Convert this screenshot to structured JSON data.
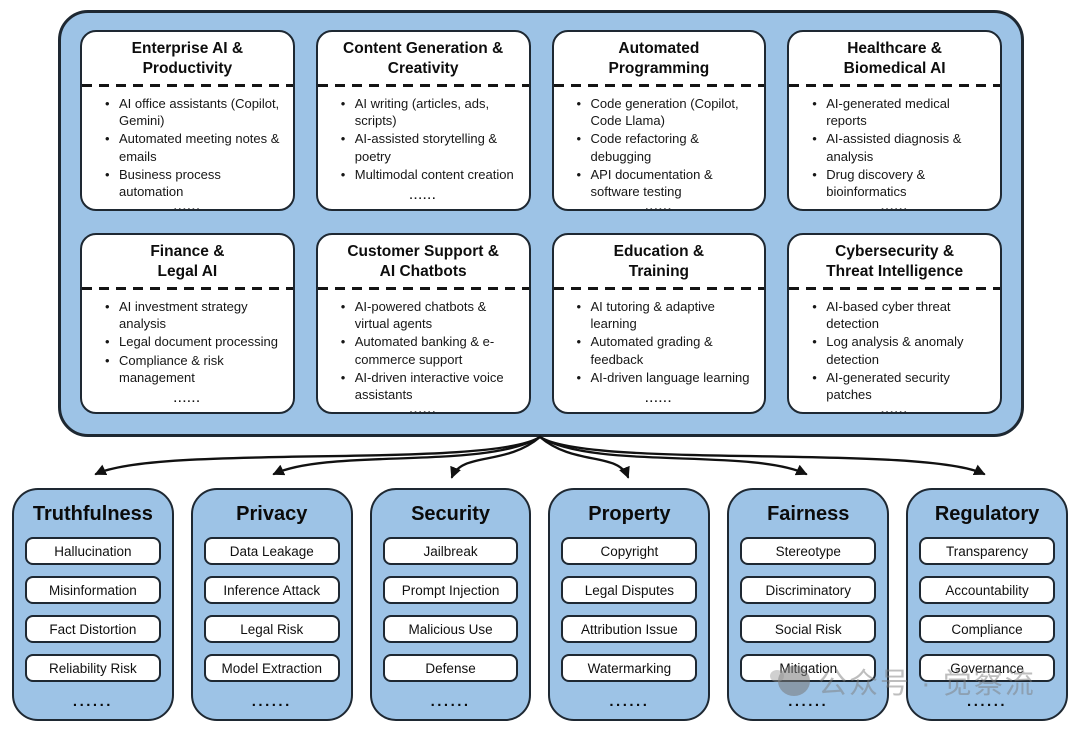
{
  "applications": {
    "cards": [
      {
        "title": "Enterprise AI &\nProductivity",
        "bullets": [
          "AI office assistants (Copilot, Gemini)",
          "Automated meeting notes & emails",
          "Business process automation"
        ],
        "dots": "......"
      },
      {
        "title": "Content Generation &\nCreativity",
        "bullets": [
          "AI writing (articles, ads, scripts)",
          "AI-assisted storytelling & poetry",
          "Multimodal content creation"
        ],
        "dots": "......"
      },
      {
        "title": "Automated\nProgramming",
        "bullets": [
          "Code generation (Copilot, Code Llama)",
          "Code refactoring & debugging",
          "API documentation & software testing"
        ],
        "dots": "......"
      },
      {
        "title": "Healthcare &\nBiomedical AI",
        "bullets": [
          "AI-generated medical reports",
          "AI-assisted diagnosis & analysis",
          "Drug discovery & bioinformatics"
        ],
        "dots": "......"
      },
      {
        "title": "Finance &\nLegal AI",
        "bullets": [
          "AI investment strategy analysis",
          "Legal document processing",
          "Compliance & risk management"
        ],
        "dots": "......"
      },
      {
        "title": "Customer Support &\nAI Chatbots",
        "bullets": [
          "AI-powered chatbots & virtual agents",
          "Automated banking & e-commerce support",
          "AI-driven interactive voice assistants"
        ],
        "dots": "......"
      },
      {
        "title": "Education &\nTraining",
        "bullets": [
          "AI tutoring & adaptive learning",
          "Automated grading & feedback",
          "AI-driven language learning"
        ],
        "dots": "......"
      },
      {
        "title": "Cybersecurity &\nThreat Intelligence",
        "bullets": [
          "AI-based cyber threat detection",
          "Log analysis & anomaly detection",
          "AI-generated security patches"
        ],
        "dots": "......"
      }
    ]
  },
  "risks": {
    "columns": [
      {
        "title": "Truthfulness",
        "items": [
          "Hallucination",
          "Misinformation",
          "Fact Distortion",
          "Reliability Risk"
        ],
        "dots": "......"
      },
      {
        "title": "Privacy",
        "items": [
          "Data Leakage",
          "Inference Attack",
          "Legal Risk",
          "Model Extraction"
        ],
        "dots": "......"
      },
      {
        "title": "Security",
        "items": [
          "Jailbreak",
          "Prompt Injection",
          "Malicious Use",
          "Defense"
        ],
        "dots": "......"
      },
      {
        "title": "Property",
        "items": [
          "Copyright",
          "Legal Disputes",
          "Attribution Issue",
          "Watermarking"
        ],
        "dots": "......"
      },
      {
        "title": "Fairness",
        "items": [
          "Stereotype",
          "Discriminatory",
          "Social Risk",
          "Mitigation"
        ],
        "dots": "......"
      },
      {
        "title": "Regulatory",
        "items": [
          "Transparency",
          "Accountability",
          "Compliance",
          "Governance"
        ],
        "dots": "......"
      }
    ]
  },
  "watermark": {
    "text": "公众号 · 觉察流"
  },
  "colors": {
    "panel_blue": "#9DC3E6",
    "outline_dark": "#1E2832",
    "card_white": "#FFFFFF",
    "text_black": "#111111",
    "watermark_gray": "#7D7D7D"
  }
}
